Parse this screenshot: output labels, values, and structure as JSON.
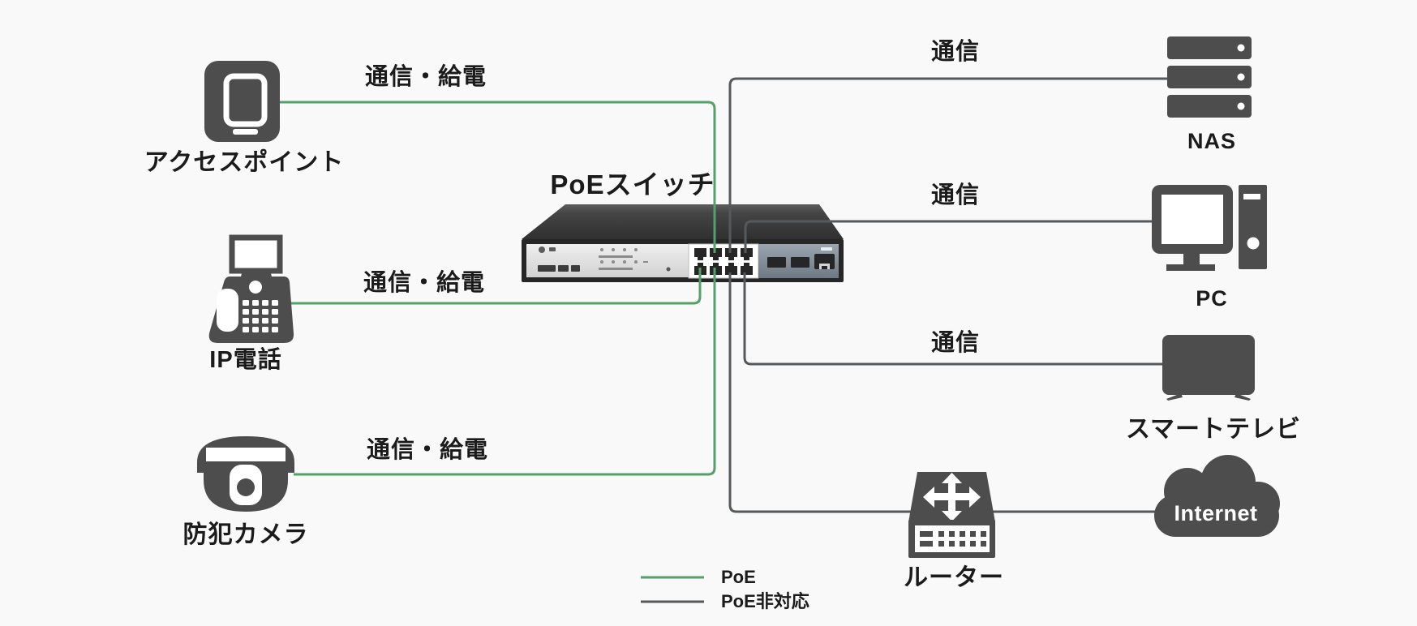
{
  "palette": {
    "poe_line": "#55a169",
    "non_poe_line": "#56595c",
    "icon": "#4d4d4d",
    "text": "#1b1b1b",
    "background": "#f9f9f9"
  },
  "title": "PoEスイッチ",
  "devices": {
    "access_point": "アクセスポイント",
    "ip_phone": "IP電話",
    "camera": "防犯カメラ",
    "nas": "NAS",
    "pc": "PC",
    "smart_tv": "スマートテレビ",
    "router": "ルーター",
    "internet": "Internet"
  },
  "links": {
    "access_point": {
      "label": "通信・給電",
      "poe": true
    },
    "ip_phone": {
      "label": "通信・給電",
      "poe": true
    },
    "camera": {
      "label": "通信・給電",
      "poe": true
    },
    "nas": {
      "label": "通信",
      "poe": false
    },
    "pc": {
      "label": "通信",
      "poe": false
    },
    "smart_tv": {
      "label": "通信",
      "poe": false
    },
    "internet_router": {
      "label": "",
      "poe": false
    }
  },
  "legend": {
    "poe": "PoE",
    "non_poe": "PoE非対応"
  }
}
